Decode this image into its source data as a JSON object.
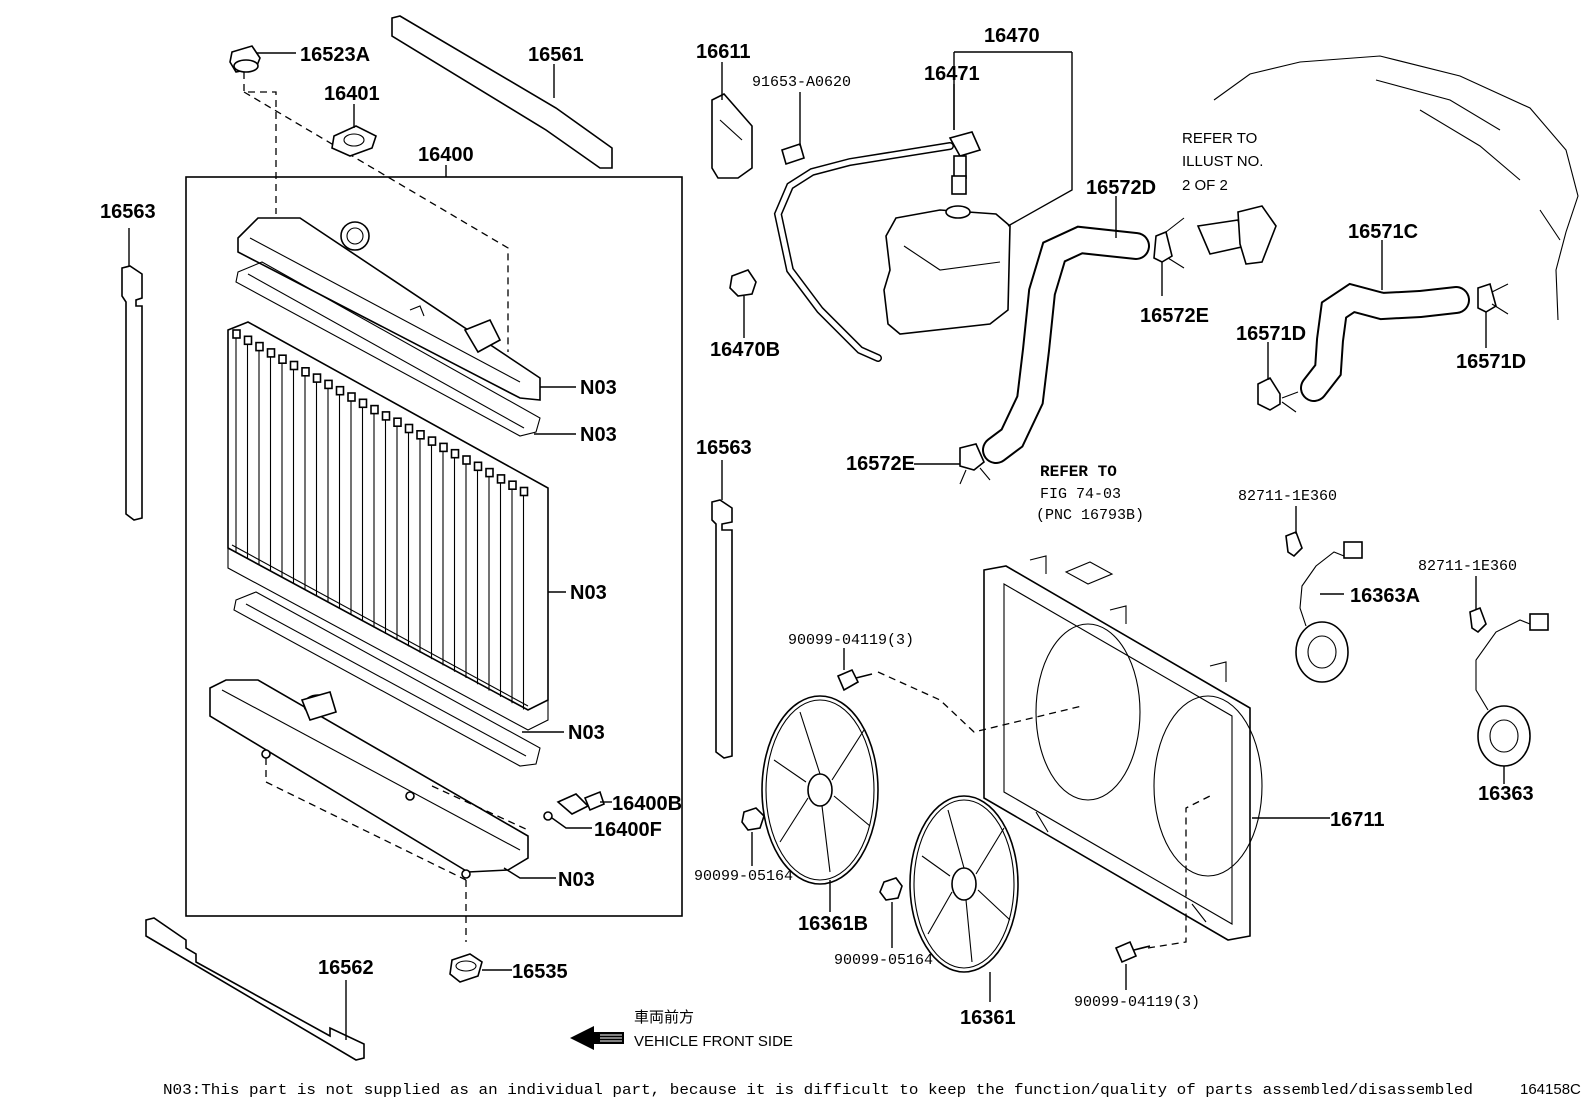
{
  "labels": {
    "p16523A": "16523A",
    "p16561": "16561",
    "p16401": "16401",
    "p16400": "16400",
    "p16563_left": "16563",
    "p16563_mid": "16563",
    "n03_1": "N03",
    "n03_2": "N03",
    "n03_3": "N03",
    "n03_4": "N03",
    "n03_5": "N03",
    "p16400B": "16400B",
    "p16400F": "16400F",
    "p16562": "16562",
    "p16535": "16535",
    "p16611": "16611",
    "p91653": "91653-A0620",
    "p16470": "16470",
    "p16471": "16471",
    "p16470B": "16470B",
    "p16572D": "16572D",
    "p16572E_top": "16572E",
    "p16572E_bot": "16572E",
    "p16571C": "16571C",
    "p16571D_left": "16571D",
    "p16571D_right": "16571D",
    "p82711_a": "82711-1E360",
    "p82711_b": "82711-1E360",
    "p16363A": "16363A",
    "p16363": "16363",
    "p90099_04119_top": "90099-04119(3)",
    "p90099_04119_bot": "90099-04119(3)",
    "p90099_05164_a": "90099-05164",
    "p90099_05164_b": "90099-05164",
    "p16361B": "16361B",
    "p16361": "16361",
    "p16711": "16711"
  },
  "refer_illust": {
    "line1": "REFER TO",
    "line2": "ILLUST NO.",
    "line3": "2 OF 2"
  },
  "refer_fig": {
    "line1": "REFER TO",
    "line2": "FIG 74-03",
    "line3": "(PNC 16793B)"
  },
  "direction": {
    "japanese": "車両前方",
    "english": "VEHICLE FRONT SIDE"
  },
  "footnote": "N03:This part is not supplied as an individual part, because it is difficult to keep the function/quality of parts assembled/disassembled",
  "figure_id": "164158C"
}
